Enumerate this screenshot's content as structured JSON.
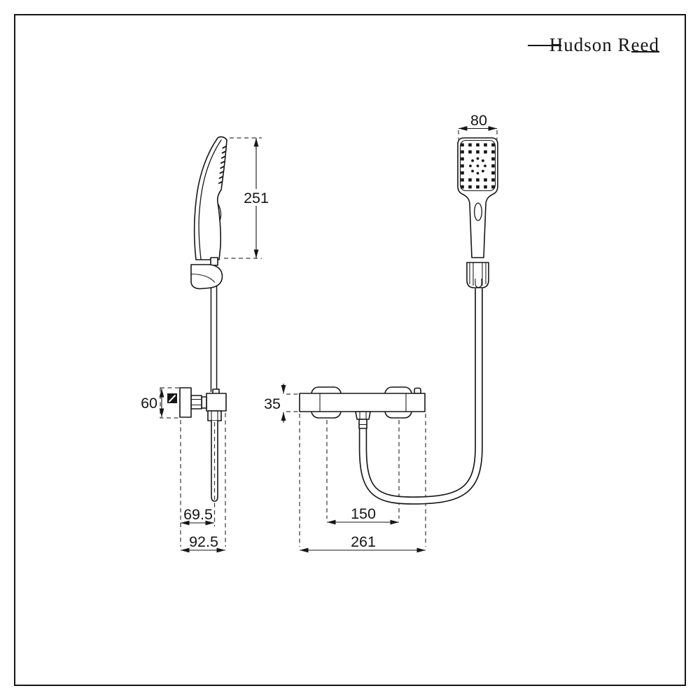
{
  "brand": {
    "logo_text": "Hudson Reed"
  },
  "colors": {
    "line": "#161616",
    "dashed_line": "#3c3c3c",
    "background": "#ffffff"
  },
  "views": {
    "side": {
      "dimensions": {
        "handset_height": "251",
        "valve_handle_height": "60",
        "hose_center_depth": "69.5",
        "overall_depth": "92.5"
      }
    },
    "front": {
      "dimensions": {
        "handset_width": "80",
        "valve_body_height": "35",
        "handle_centres": "150",
        "valve_width": "261"
      }
    }
  }
}
